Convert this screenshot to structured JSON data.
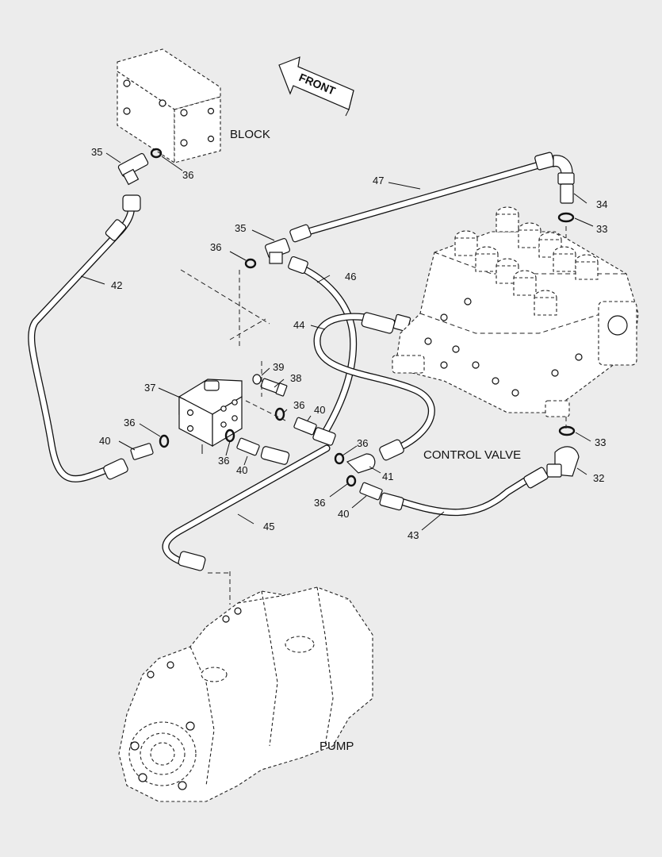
{
  "labels": {
    "block": "BLOCK",
    "front": "FRONT",
    "control_valve": "CONTROL VALVE",
    "pump": "PUMP"
  },
  "callouts": {
    "c32": "32",
    "c33a": "33",
    "c33b": "33",
    "c34": "34",
    "c35a": "35",
    "c35b": "35",
    "c36a": "36",
    "c36b": "36",
    "c36c": "36",
    "c36d": "36",
    "c36e": "36",
    "c36f": "36",
    "c37": "37",
    "c38": "38",
    "c39": "39",
    "c40a": "40",
    "c40b": "40",
    "c40c": "40",
    "c40d": "40",
    "c41": "41",
    "c42": "42",
    "c43": "43",
    "c44": "44",
    "c45": "45",
    "c46": "46",
    "c47": "47"
  }
}
